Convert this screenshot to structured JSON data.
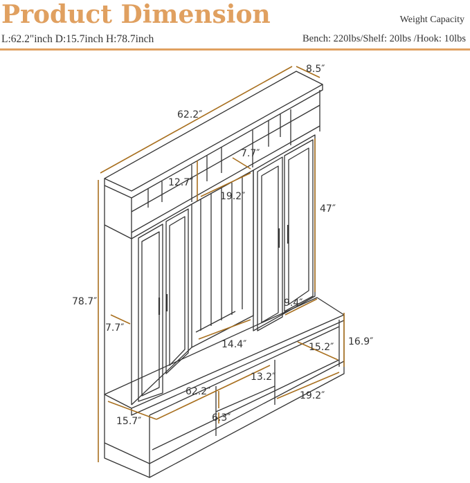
{
  "header": {
    "title": "Product Dimension",
    "dimensions": "L:62.2\"inch D:15.7inch H:78.7inch",
    "weight_capacity_label": "Weight Capacity",
    "weight_capacity_values": "Bench: 220lbs/Shelf: 20lbs /Hook: 10lbs"
  },
  "colors": {
    "accent": "#E0A060",
    "dimension_line": "#A86F1E",
    "outline": "#333333"
  },
  "dimension_labels": {
    "top_depth": "8.5″",
    "top_length": "62.2″",
    "cubby_depth": "7.7″",
    "cubby_height": "12.7″",
    "center_width": "19.2″",
    "cabinet_height": "47″",
    "total_height": "78.7″",
    "side_depth": "7.7″",
    "cabinet_depth": "9.4″",
    "hook_width": "14.4″",
    "bench_height": "16.9″",
    "shelf_depth": "15.2″",
    "bench_length": "62.2″",
    "center_drawer_width": "13.2″",
    "bench_depth": "15.7″",
    "drawer_height": "6.3″",
    "right_shelf_width": "19.2″"
  }
}
